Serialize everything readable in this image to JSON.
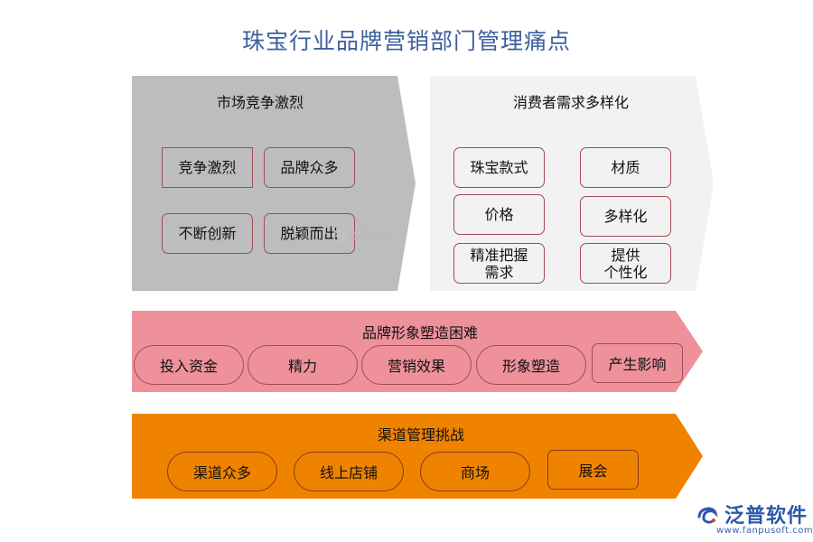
{
  "title": "珠宝行业品牌营销部门管理痛点",
  "panels": {
    "market": {
      "title": "市场竞争激烈",
      "items": [
        "竞争激烈",
        "品牌众多",
        "不断创新",
        "脱颖而出"
      ]
    },
    "consumer": {
      "title": "消费者需求多样化",
      "items": [
        "珠宝款式",
        "材质",
        "价格",
        "多样化",
        "精准把握\n需求",
        "提供\n个性化"
      ]
    },
    "brand": {
      "title": "品牌形象塑造困难",
      "items": [
        "投入资金",
        "精力",
        "营销效果",
        "形象塑造",
        "产生影响"
      ]
    },
    "channel": {
      "title": "渠道管理挑战",
      "items": [
        "渠道众多",
        "线上店铺",
        "商场",
        "展会"
      ]
    }
  },
  "watermark": {
    "text": "泛普软件",
    "url": "www.fanpusoft.com"
  },
  "colors": {
    "title": "#3d5f9c",
    "gray_panel": "#bdbdbd",
    "light_panel": "#f2f2f2",
    "pink_panel": "#ee919b",
    "orange_panel": "#ef8300",
    "box_border": "#a34a55",
    "logo": "#2a58a8"
  }
}
